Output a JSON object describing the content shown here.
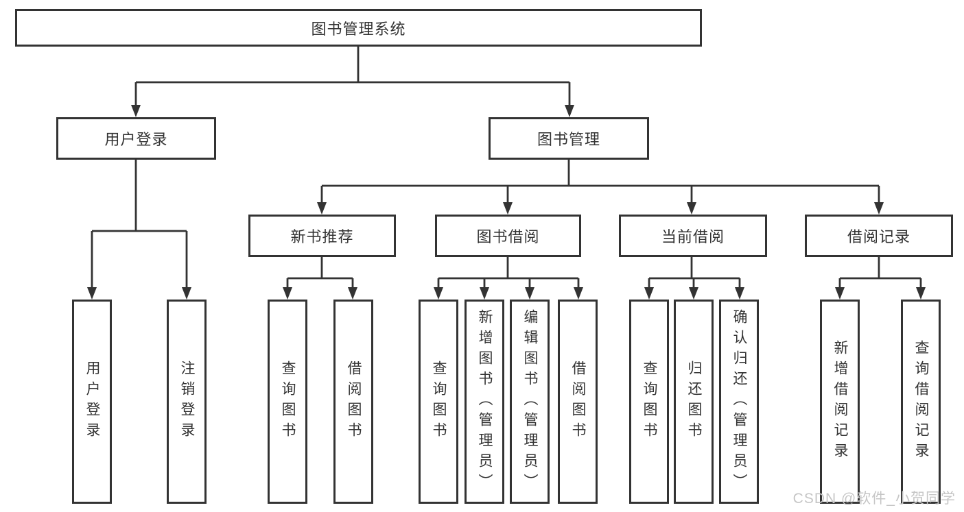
{
  "diagram": {
    "type": "functional-structure-tree",
    "colors": {
      "line": "#333333",
      "box_border": "#333333",
      "box_background": "#ffffff",
      "text": "#333333",
      "watermark_text": "#c6c6c6",
      "background": "#ffffff"
    },
    "root": {
      "label": "图书管理系统"
    },
    "branches": [
      {
        "label": "用户登录",
        "children": [
          {
            "label": "用户登录"
          },
          {
            "label": "注销登录"
          }
        ]
      },
      {
        "label": "图书管理",
        "children": [
          {
            "label": "新书推荐",
            "children": [
              {
                "label": "查询图书"
              },
              {
                "label": "借阅图书"
              }
            ]
          },
          {
            "label": "图书借阅",
            "children": [
              {
                "label": "查询图书"
              },
              {
                "label": "新增图书（管理员）"
              },
              {
                "label": "编辑图书（管理员）"
              },
              {
                "label": "借阅图书"
              }
            ]
          },
          {
            "label": "当前借阅",
            "children": [
              {
                "label": "查询图书"
              },
              {
                "label": "归还图书"
              },
              {
                "label": "确认归还（管理员）"
              }
            ]
          },
          {
            "label": "借阅记录",
            "children": [
              {
                "label": "新增借阅记录"
              },
              {
                "label": "查询借阅记录"
              }
            ]
          }
        ]
      }
    ],
    "watermark": "CSDN @软件_小贺同学"
  }
}
